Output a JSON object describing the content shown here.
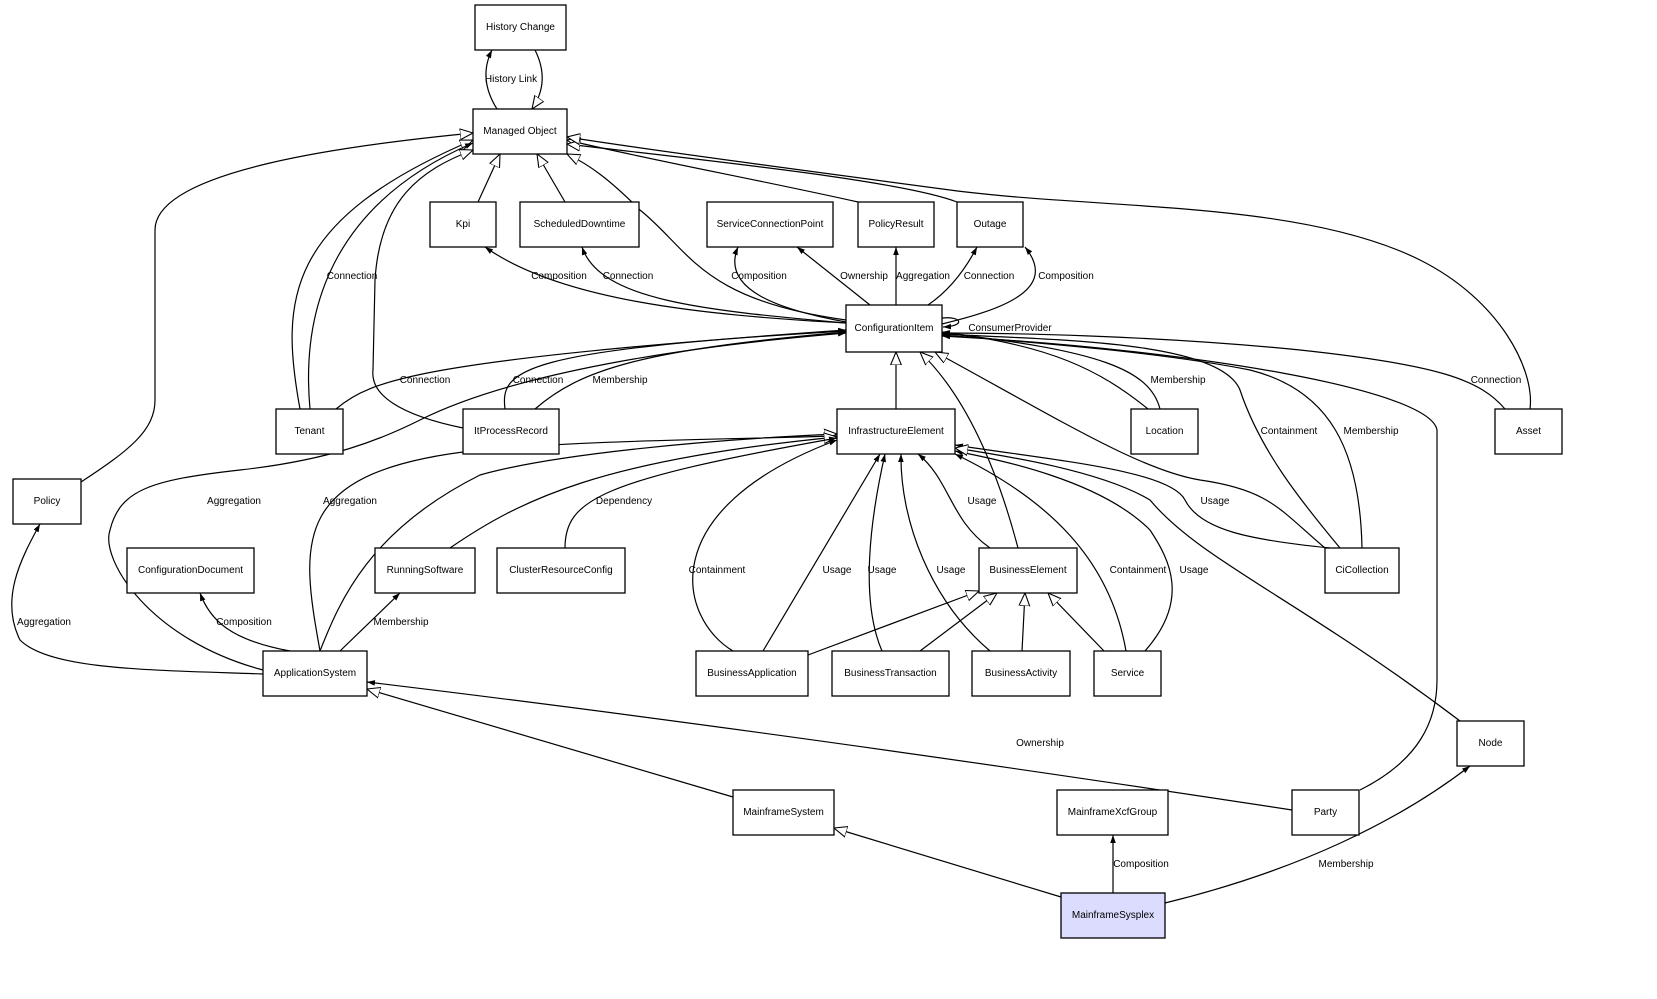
{
  "colors": {
    "node_fill": "#ffffff",
    "highlight_fill": "#dcdcff",
    "stroke": "#000000"
  },
  "nodes": [
    {
      "id": "HistoryChange",
      "label": "History Change"
    },
    {
      "id": "ManagedObject",
      "label": "Managed Object"
    },
    {
      "id": "Kpi",
      "label": "Kpi"
    },
    {
      "id": "ScheduledDowntime",
      "label": "ScheduledDowntime"
    },
    {
      "id": "ServiceConnectionPoint",
      "label": "ServiceConnectionPoint"
    },
    {
      "id": "PolicyResult",
      "label": "PolicyResult"
    },
    {
      "id": "Outage",
      "label": "Outage"
    },
    {
      "id": "ConfigurationItem",
      "label": "ConfigurationItem"
    },
    {
      "id": "Tenant",
      "label": "Tenant"
    },
    {
      "id": "ItProcessRecord",
      "label": "ItProcessRecord"
    },
    {
      "id": "InfrastructureElement",
      "label": "InfrastructureElement"
    },
    {
      "id": "Location",
      "label": "Location"
    },
    {
      "id": "Asset",
      "label": "Asset"
    },
    {
      "id": "Policy",
      "label": "Policy"
    },
    {
      "id": "ConfigurationDocument",
      "label": "ConfigurationDocument"
    },
    {
      "id": "RunningSoftware",
      "label": "RunningSoftware"
    },
    {
      "id": "ClusterResourceConfig",
      "label": "ClusterResourceConfig"
    },
    {
      "id": "BusinessElement",
      "label": "BusinessElement"
    },
    {
      "id": "CiCollection",
      "label": "CiCollection"
    },
    {
      "id": "ApplicationSystem",
      "label": "ApplicationSystem"
    },
    {
      "id": "BusinessApplication",
      "label": "BusinessApplication"
    },
    {
      "id": "BusinessTransaction",
      "label": "BusinessTransaction"
    },
    {
      "id": "BusinessActivity",
      "label": "BusinessActivity"
    },
    {
      "id": "Service",
      "label": "Service"
    },
    {
      "id": "Node",
      "label": "Node"
    },
    {
      "id": "MainframeXcfGroup",
      "label": "MainframeXcfGroup"
    },
    {
      "id": "Party",
      "label": "Party"
    },
    {
      "id": "MainframeSystem",
      "label": "MainframeSystem"
    },
    {
      "id": "MainframeSysplex",
      "label": "MainframeSysplex",
      "highlighted": true
    }
  ],
  "edges": [
    {
      "from": "ManagedObject",
      "to": "HistoryChange",
      "label": "History Link",
      "arrow": "filled"
    },
    {
      "from": "HistoryChange",
      "to": "ManagedObject",
      "label": "",
      "arrow": "hollow"
    },
    {
      "from": "Policy",
      "to": "ManagedObject",
      "label": "",
      "arrow": "hollow"
    },
    {
      "from": "Tenant",
      "to": "ManagedObject",
      "label": "",
      "arrow": "hollow"
    },
    {
      "from": "Tenant",
      "to": "ManagedObject",
      "label": "Connection",
      "arrow": "filled"
    },
    {
      "from": "ItProcessRecord",
      "to": "ManagedObject",
      "label": "",
      "arrow": "hollow"
    },
    {
      "from": "Kpi",
      "to": "ManagedObject",
      "label": "",
      "arrow": "hollow"
    },
    {
      "from": "ScheduledDowntime",
      "to": "ManagedObject",
      "label": "",
      "arrow": "hollow"
    },
    {
      "from": "ConfigurationItem",
      "to": "ManagedObject",
      "label": "",
      "arrow": "hollow"
    },
    {
      "from": "PolicyResult",
      "to": "ManagedObject",
      "label": "",
      "arrow": "hollow"
    },
    {
      "from": "Outage",
      "to": "ManagedObject",
      "label": "",
      "arrow": "hollow"
    },
    {
      "from": "Asset",
      "to": "ManagedObject",
      "label": "",
      "arrow": "hollow"
    },
    {
      "from": "ConfigurationItem",
      "to": "Kpi",
      "label": "Composition",
      "arrow": "filled"
    },
    {
      "from": "ConfigurationItem",
      "to": "ScheduledDowntime",
      "label": "Connection",
      "arrow": "filled"
    },
    {
      "from": "ConfigurationItem",
      "to": "ServiceConnectionPoint",
      "label": "Composition",
      "arrow": "filled"
    },
    {
      "from": "ConfigurationItem",
      "to": "ServiceConnectionPoint",
      "label": "Ownership",
      "arrow": "filled"
    },
    {
      "from": "ConfigurationItem",
      "to": "PolicyResult",
      "label": "Aggregation",
      "arrow": "filled"
    },
    {
      "from": "ConfigurationItem",
      "to": "Outage",
      "label": "Connection",
      "arrow": "filled"
    },
    {
      "from": "ConfigurationItem",
      "to": "Outage",
      "label": "Composition",
      "arrow": "filled"
    },
    {
      "from": "ConfigurationItem",
      "to": "ConfigurationItem",
      "label": "ConsumerProvider",
      "arrow": "filled"
    },
    {
      "from": "Tenant",
      "to": "ConfigurationItem",
      "label": "Connection",
      "arrow": "filled"
    },
    {
      "from": "ItProcessRecord",
      "to": "ConfigurationItem",
      "label": "Connection",
      "arrow": "filled"
    },
    {
      "from": "ItProcessRecord",
      "to": "ConfigurationItem",
      "label": "Membership",
      "arrow": "filled"
    },
    {
      "from": "ApplicationSystem",
      "to": "ConfigurationItem",
      "label": "Aggregation",
      "arrow": "filled"
    },
    {
      "from": "InfrastructureElement",
      "to": "ConfigurationItem",
      "label": "",
      "arrow": "hollow"
    },
    {
      "from": "BusinessElement",
      "to": "ConfigurationItem",
      "label": "",
      "arrow": "hollow"
    },
    {
      "from": "CiCollection",
      "to": "ConfigurationItem",
      "label": "",
      "arrow": "hollow"
    },
    {
      "from": "Location",
      "to": "ConfigurationItem",
      "label": "Membership",
      "arrow": "filled"
    },
    {
      "from": "Location",
      "to": "ConfigurationItem",
      "label": "",
      "arrow": "filled"
    },
    {
      "from": "CiCollection",
      "to": "ConfigurationItem",
      "label": "Containment",
      "arrow": "filled"
    },
    {
      "from": "CiCollection",
      "to": "ConfigurationItem",
      "label": "Membership",
      "arrow": "filled"
    },
    {
      "from": "Party",
      "to": "ConfigurationItem",
      "label": "",
      "arrow": "filled"
    },
    {
      "from": "Asset",
      "to": "ConfigurationItem",
      "label": "Connection",
      "arrow": "filled"
    },
    {
      "from": "ApplicationSystem",
      "to": "InfrastructureElement",
      "label": "Aggregation",
      "arrow": "filled"
    },
    {
      "from": "ApplicationSystem",
      "to": "InfrastructureElement",
      "label": "",
      "arrow": "hollow"
    },
    {
      "from": "RunningSoftware",
      "to": "InfrastructureElement",
      "label": "",
      "arrow": "hollow"
    },
    {
      "from": "ClusterResourceConfig",
      "to": "InfrastructureElement",
      "label": "Dependency",
      "arrow": "filled"
    },
    {
      "from": "BusinessApplication",
      "to": "InfrastructureElement",
      "label": "Containment",
      "arrow": "filled"
    },
    {
      "from": "BusinessApplication",
      "to": "InfrastructureElement",
      "label": "Usage",
      "arrow": "filled"
    },
    {
      "from": "BusinessTransaction",
      "to": "InfrastructureElement",
      "label": "Usage",
      "arrow": "filled"
    },
    {
      "from": "BusinessActivity",
      "to": "InfrastructureElement",
      "label": "Usage",
      "arrow": "filled"
    },
    {
      "from": "BusinessElement",
      "to": "InfrastructureElement",
      "label": "Usage",
      "arrow": "filled"
    },
    {
      "from": "Service",
      "to": "InfrastructureElement",
      "label": "Containment",
      "arrow": "filled"
    },
    {
      "from": "Service",
      "to": "InfrastructureElement",
      "label": "Usage",
      "arrow": "filled"
    },
    {
      "from": "CiCollection",
      "to": "InfrastructureElement",
      "label": "Usage",
      "arrow": "filled"
    },
    {
      "from": "Node",
      "to": "InfrastructureElement",
      "label": "",
      "arrow": "hollow"
    },
    {
      "from": "BusinessApplication",
      "to": "BusinessElement",
      "label": "",
      "arrow": "hollow"
    },
    {
      "from": "BusinessTransaction",
      "to": "BusinessElement",
      "label": "",
      "arrow": "hollow"
    },
    {
      "from": "BusinessActivity",
      "to": "BusinessElement",
      "label": "",
      "arrow": "hollow"
    },
    {
      "from": "Service",
      "to": "BusinessElement",
      "label": "",
      "arrow": "hollow"
    },
    {
      "from": "ApplicationSystem",
      "to": "Policy",
      "label": "Aggregation",
      "arrow": "filled"
    },
    {
      "from": "ApplicationSystem",
      "to": "ConfigurationDocument",
      "label": "Composition",
      "arrow": "filled"
    },
    {
      "from": "ApplicationSystem",
      "to": "RunningSoftware",
      "label": "Membership",
      "arrow": "filled"
    },
    {
      "from": "Party",
      "to": "ApplicationSystem",
      "label": "Ownership",
      "arrow": "filled"
    },
    {
      "from": "MainframeSystem",
      "to": "ApplicationSystem",
      "label": "",
      "arrow": "hollow"
    },
    {
      "from": "MainframeSysplex",
      "to": "MainframeSystem",
      "label": "",
      "arrow": "hollow"
    },
    {
      "from": "MainframeSysplex",
      "to": "MainframeXcfGroup",
      "label": "Composition",
      "arrow": "filled"
    },
    {
      "from": "MainframeSysplex",
      "to": "Node",
      "label": "Membership",
      "arrow": "filled"
    }
  ]
}
